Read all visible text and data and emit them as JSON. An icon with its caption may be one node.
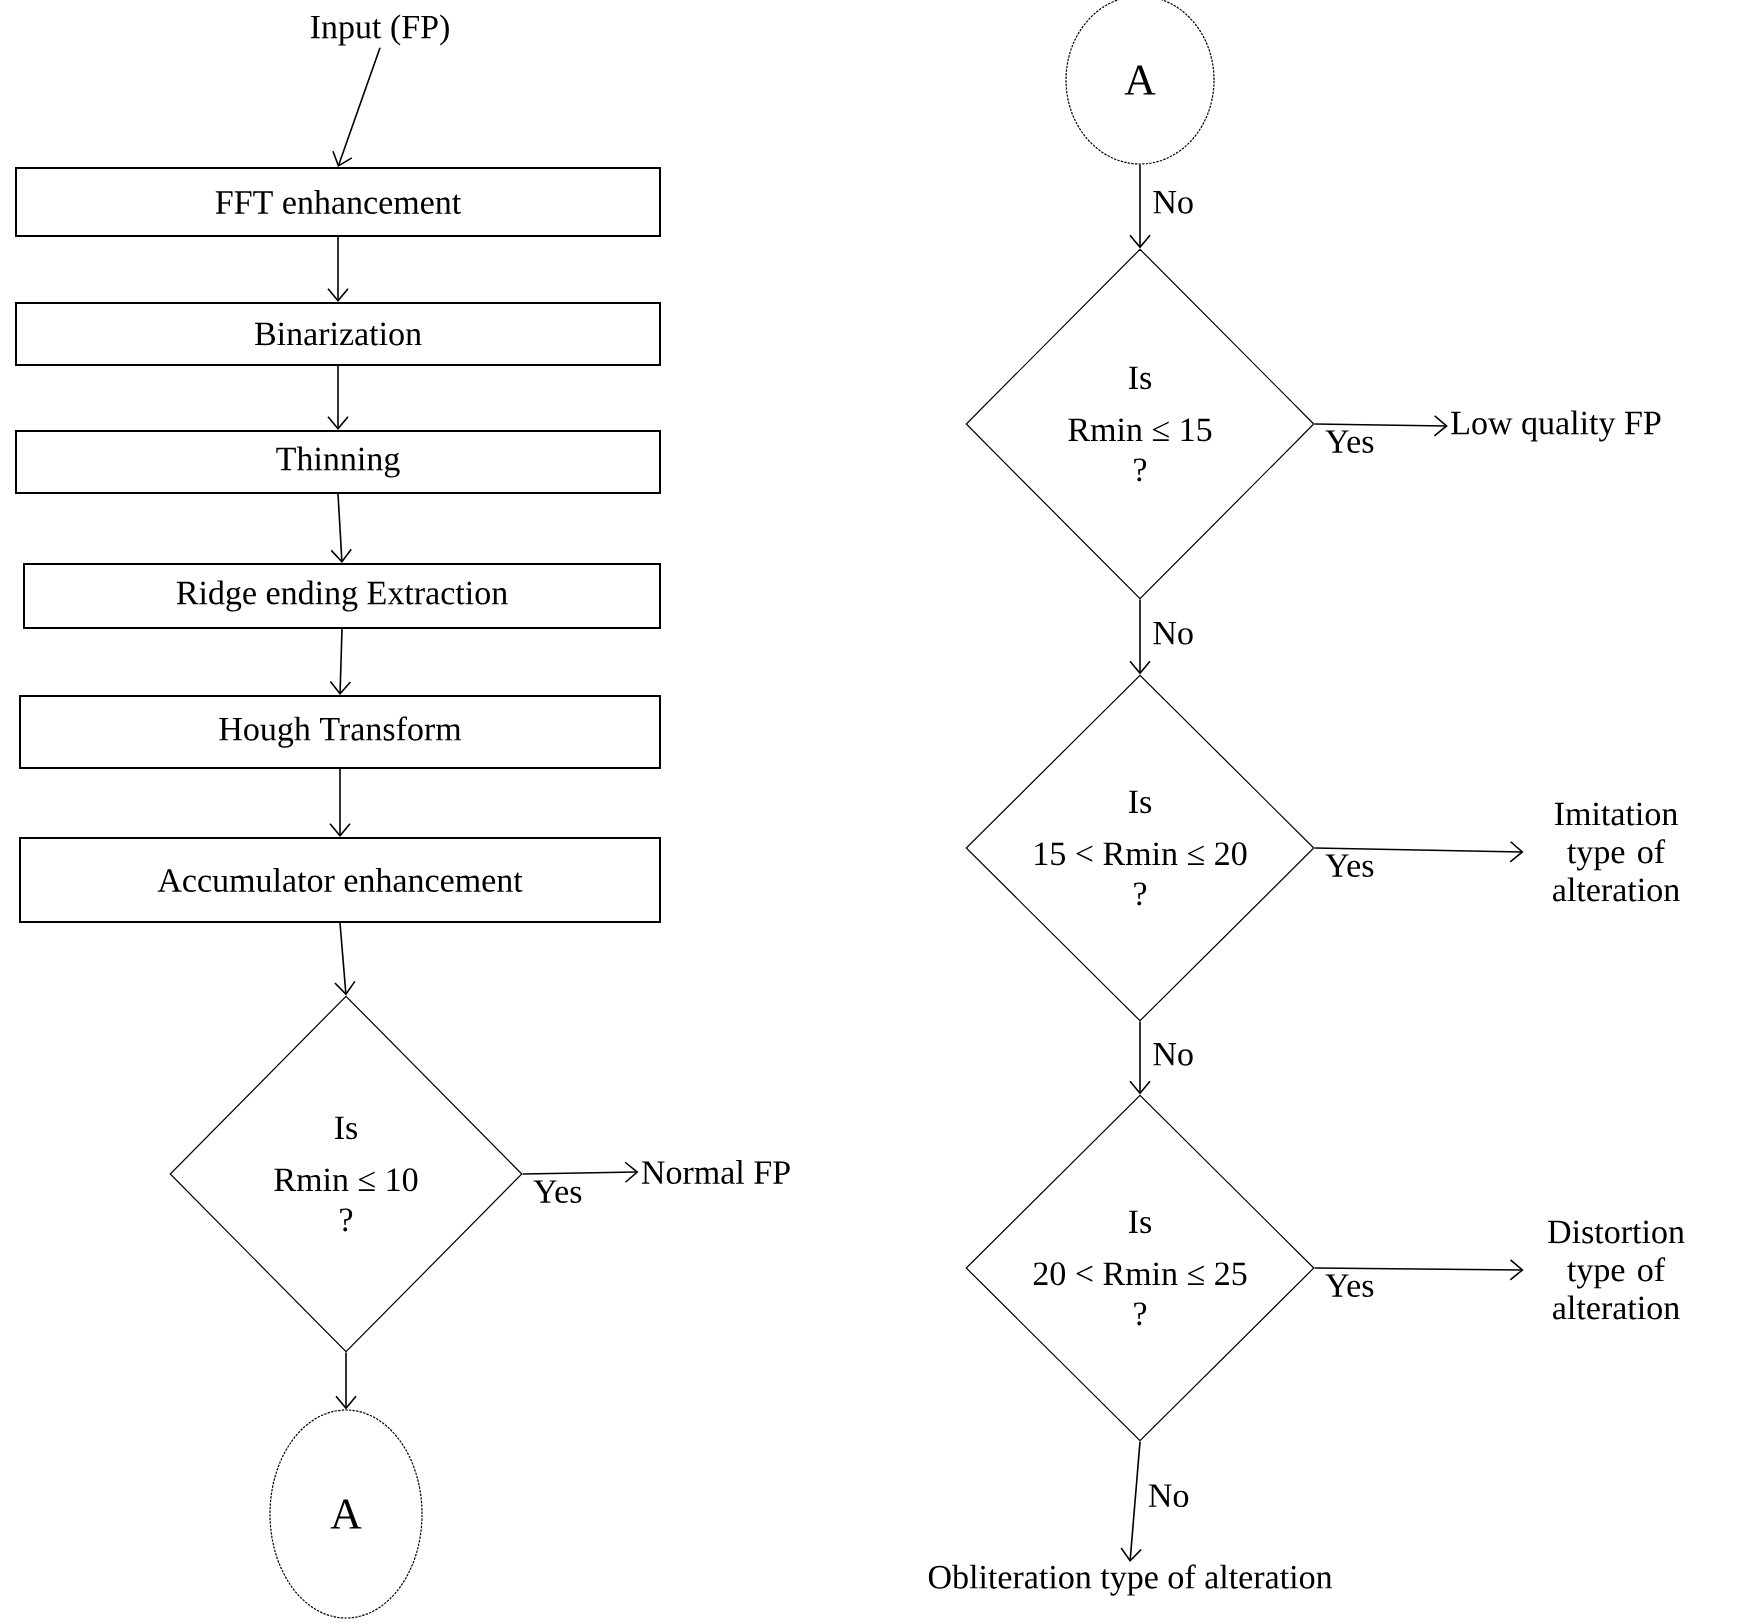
{
  "diagram": {
    "nodes": [
      {
        "text": [
          "Input (FP)"
        ]
      },
      {
        "text": [
          "FFT enhancement"
        ]
      },
      {
        "text": [
          "Binarization"
        ]
      },
      {
        "text": [
          "Thinning"
        ]
      },
      {
        "text": [
          "Ridge ending Extraction"
        ]
      },
      {
        "text": [
          "Hough Transform"
        ]
      },
      {
        "text": [
          "Accumulator enhancement"
        ]
      },
      {
        "text": [
          "Is",
          "Rmin ≤ 10",
          "?"
        ]
      },
      {
        "text": [
          "Normal FP"
        ]
      },
      {
        "text": [
          "A"
        ]
      },
      {
        "text": [
          "A"
        ]
      },
      {
        "text": [
          "Is",
          "Rmin ≤ 15",
          "?"
        ]
      },
      {
        "text": [
          "Low quality FP"
        ]
      },
      {
        "text": [
          "Is",
          "15 < Rmin ≤ 20",
          "?"
        ]
      },
      {
        "text": [
          "Imitation type of alteration"
        ]
      },
      {
        "text": [
          "Is",
          "20 < Rmin ≤ 25",
          "?"
        ]
      },
      {
        "text": [
          "Distortion type of alteration"
        ]
      },
      {
        "text": [
          "Obliteration type of alteration"
        ]
      }
    ],
    "edges": [
      {
        "from": 0,
        "to": 1,
        "arrow": "to"
      },
      {
        "from": 1,
        "to": 2,
        "arrow": "to"
      },
      {
        "from": 2,
        "to": 3,
        "arrow": "to"
      },
      {
        "from": 3,
        "to": 4,
        "arrow": "to"
      },
      {
        "from": 4,
        "to": 5,
        "arrow": "to"
      },
      {
        "from": 5,
        "to": 6,
        "arrow": "to"
      },
      {
        "from": 6,
        "to": 7,
        "arrow": "to"
      },
      {
        "from": 7,
        "to": 8,
        "arrow": "to",
        "label": "Yes"
      },
      {
        "from": 7,
        "to": 9,
        "arrow": "to"
      },
      {
        "from": 10,
        "to": 11,
        "arrow": "to",
        "label": "No"
      },
      {
        "from": 11,
        "to": 12,
        "arrow": "to",
        "label": "Yes"
      },
      {
        "from": 11,
        "to": 13,
        "arrow": "to",
        "label": "No"
      },
      {
        "from": 13,
        "to": 14,
        "arrow": "to",
        "label": "Yes"
      },
      {
        "from": 13,
        "to": 15,
        "arrow": "to",
        "label": "No"
      },
      {
        "from": 15,
        "to": 16,
        "arrow": "to",
        "label": "Yes"
      },
      {
        "from": 15,
        "to": 17,
        "arrow": "to",
        "label": "No"
      }
    ]
  }
}
